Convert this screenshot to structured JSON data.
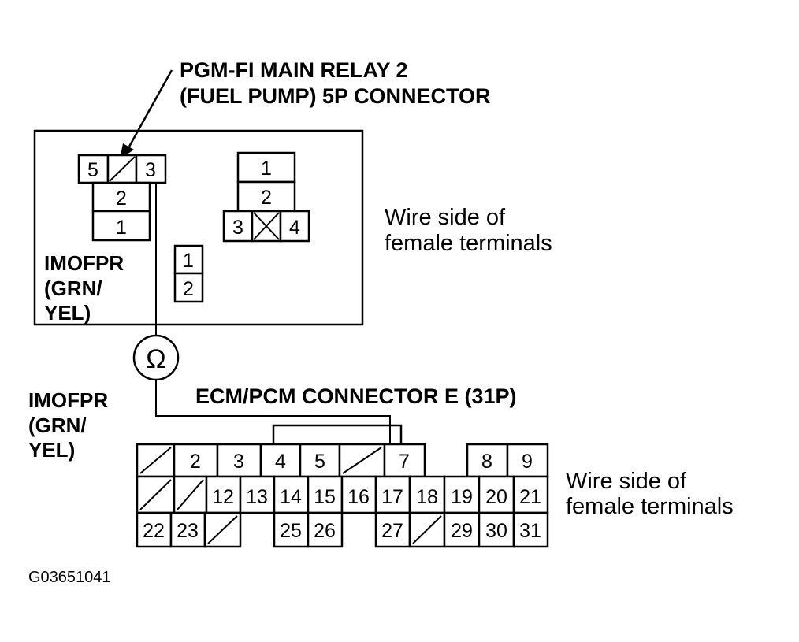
{
  "relay": {
    "title_line1": "PGM-FI MAIN RELAY 2",
    "title_line2": "(FUEL PUMP) 5P CONNECTOR",
    "pins": {
      "p5": "5",
      "p3": "3",
      "p2": "2",
      "p1": "1"
    },
    "small_connector": {
      "p1": "1",
      "p2": "2"
    },
    "four_pin": {
      "p1": "1",
      "p2": "2",
      "p3": "3",
      "p4": "4"
    },
    "wire_side_line1": "Wire side of",
    "wire_side_line2": "female terminals",
    "wire_label": [
      "IMOFPR",
      "(GRN/",
      "YEL)"
    ]
  },
  "meter": {
    "symbol": "Ω"
  },
  "ecm": {
    "title": "ECM/PCM CONNECTOR E (31P)",
    "wire_label": [
      "IMOFPR",
      "(GRN/",
      "YEL)"
    ],
    "wire_side_line1": "Wire side of",
    "wire_side_line2": "female terminals",
    "row1": [
      "",
      "2",
      "3",
      "4",
      "5",
      "",
      "7",
      "8",
      "9"
    ],
    "row2": [
      "",
      "",
      "12",
      "13",
      "14",
      "15",
      "16",
      "17",
      "18",
      "19",
      "20",
      "21"
    ],
    "row3": [
      "22",
      "23",
      "",
      "25",
      "26",
      "27",
      "",
      "29",
      "30",
      "31"
    ]
  },
  "figure_id": "G03651041"
}
